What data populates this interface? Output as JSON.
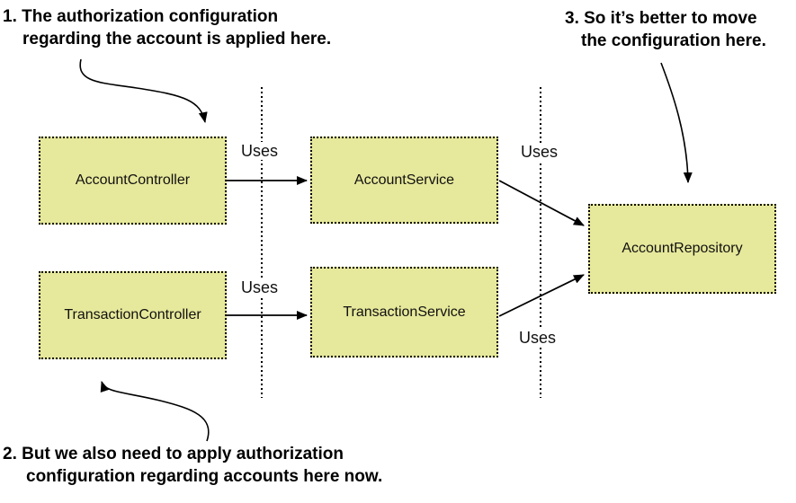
{
  "diagram": {
    "nodes": [
      {
        "id": "account-controller",
        "label": "AccountController"
      },
      {
        "id": "account-service",
        "label": "AccountService"
      },
      {
        "id": "account-repository",
        "label": "AccountRepository"
      },
      {
        "id": "transaction-controller",
        "label": "TransactionController"
      },
      {
        "id": "transaction-service",
        "label": "TransactionService"
      }
    ],
    "edges": [
      {
        "from": "AccountController",
        "to": "AccountService",
        "label": "Uses"
      },
      {
        "from": "AccountService",
        "to": "AccountRepository",
        "label": "Uses"
      },
      {
        "from": "TransactionController",
        "to": "TransactionService",
        "label": "Uses"
      },
      {
        "from": "TransactionService",
        "to": "AccountRepository",
        "label": "Uses"
      }
    ],
    "annotations": [
      {
        "lines": [
          "1. The authorization configuration",
          "regarding the account is applied here."
        ]
      },
      {
        "lines": [
          "2. But we also need to apply authorization",
          "configuration regarding accounts here now."
        ]
      },
      {
        "lines": [
          "3. So it’s better to move",
          "the configuration here."
        ]
      }
    ],
    "colors": {
      "node_fill": "#e6e89b",
      "node_border": "#000000",
      "line": "#000000",
      "background": "#ffffff"
    }
  }
}
